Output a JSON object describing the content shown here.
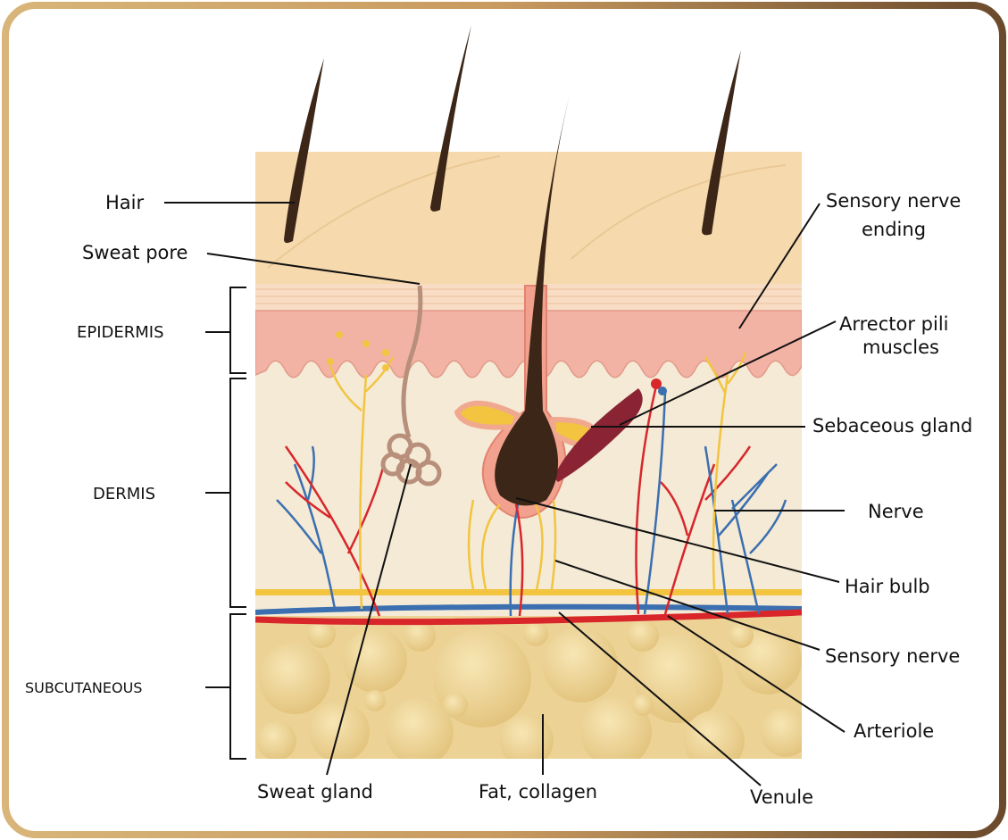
{
  "layers": {
    "epidermis": "EPIDERMIS",
    "dermis": "DERMIS",
    "subcutaneous": "SUBCUTANEOUS"
  },
  "labels": {
    "hair": "Hair",
    "sweat_pore": "Sweat pore",
    "sensory_nerve_ending_line1": "Sensory nerve",
    "sensory_nerve_ending_line2": "ending",
    "arrector_pili_line1": "Arrector pili",
    "arrector_pili_line2": "muscles",
    "sebaceous_gland": "Sebaceous gland",
    "nerve": "Nerve",
    "hair_bulb": "Hair bulb",
    "sensory_nerve": "Sensory nerve",
    "arteriole": "Arteriole",
    "venule": "Venule",
    "sweat_gland": "Sweat gland",
    "fat_collagen": "Fat, collagen"
  },
  "colors": {
    "frame_gold": "#c9a46a",
    "frame_brown": "#6b4a2c",
    "skin_top": "#f6d9ad",
    "epidermis_pink": "#f2b3a4",
    "dermis": "#f4ead6",
    "fat": "#ecd395",
    "hair": "#3b2617",
    "artery": "#d8262a",
    "vein": "#3b6fb0",
    "nerve_yellow": "#f2c440",
    "muscle": "#8a2434"
  }
}
